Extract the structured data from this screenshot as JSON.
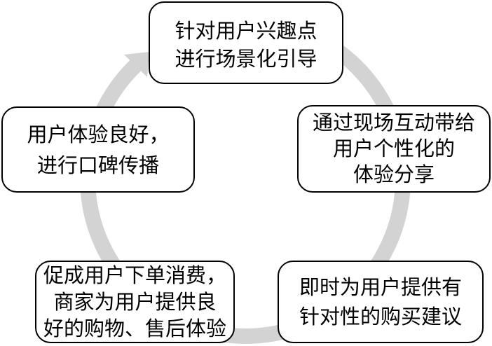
{
  "colors": {
    "ring": "#d3d3d3",
    "box_border": "#000000",
    "box_fill": "#ffffff",
    "text": "#000000"
  },
  "nodes": [
    {
      "lines": [
        "针对用户兴趣点",
        "进行场景化引导"
      ]
    },
    {
      "lines": [
        "通过现场互动带给",
        "用户个性化的",
        "体验分享"
      ]
    },
    {
      "lines": [
        "即时为用户提供有",
        "针对性的购买建议"
      ]
    },
    {
      "lines": [
        "促成用户下单消费，",
        "商家为用户提供良",
        "好的购物、售后体验"
      ]
    },
    {
      "lines": [
        "用户体验良好，",
        "进行口碑传播"
      ]
    }
  ]
}
